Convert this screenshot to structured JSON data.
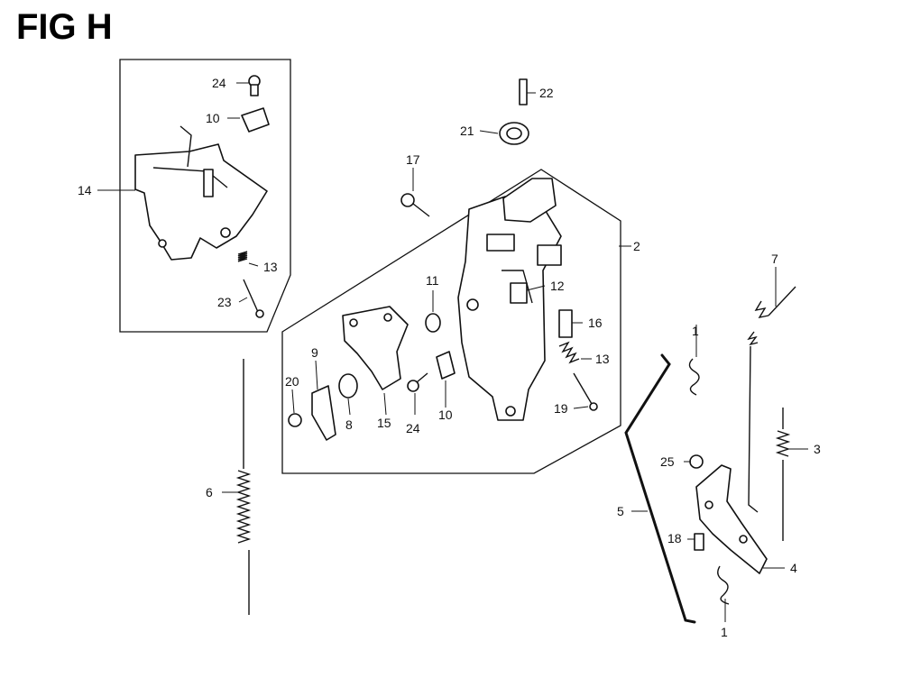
{
  "title": "FIG H",
  "callouts": {
    "c1a": "1",
    "c1b": "1",
    "c2": "2",
    "c3": "3",
    "c4": "4",
    "c5": "5",
    "c6": "6",
    "c7": "7",
    "c8": "8",
    "c9": "9",
    "c10a": "10",
    "c10b": "10",
    "c11": "11",
    "c12": "12",
    "c13a": "13",
    "c13b": "13",
    "c14": "14",
    "c15": "15",
    "c16": "16",
    "c17": "17",
    "c18": "18",
    "c19": "19",
    "c20": "20",
    "c21": "21",
    "c22": "22",
    "c23": "23",
    "c24a": "24",
    "c24b": "24",
    "c25": "25"
  }
}
